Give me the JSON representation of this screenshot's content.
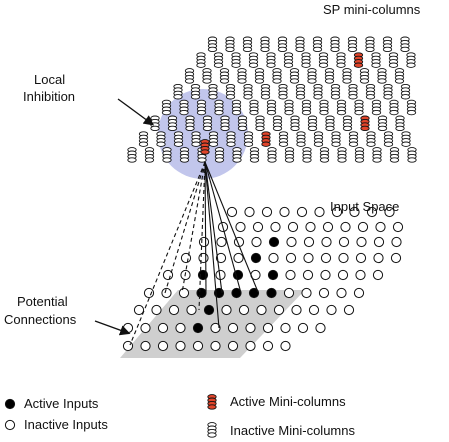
{
  "labels": {
    "sp_mini_columns": "SP mini-columns",
    "local_inhibition_line1": "Local",
    "local_inhibition_line2": "Inhibition",
    "input_space": "Input Space",
    "potential_connections_line1": "Potential",
    "potential_connections_line2": "Connections"
  },
  "legend": {
    "active_inputs": "Active Inputs",
    "inactive_inputs": "Inactive Inputs",
    "active_minicolumns": "Active Mini-columns",
    "inactive_minicolumns": "Inactive Mini-columns"
  },
  "colors": {
    "active_column": "#e0452b",
    "inhibition_area": "#8f98dc",
    "potential_area": "#cfcfcf",
    "active_input": "#000000",
    "inactive_input": "#ffffff"
  }
}
